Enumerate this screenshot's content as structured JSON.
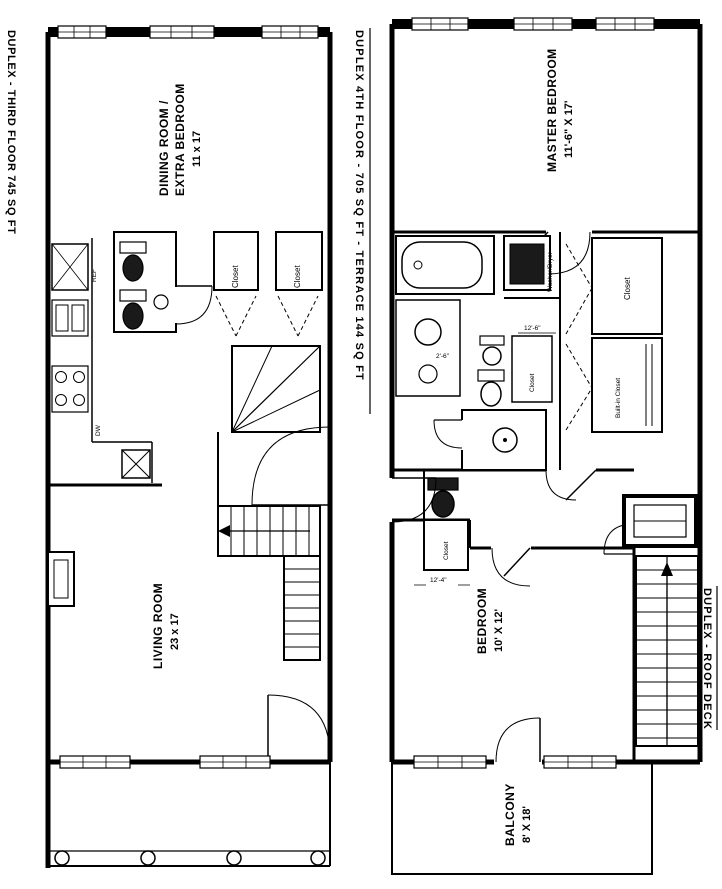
{
  "sheet": {
    "left_title": "DUPLEX - THIRD FLOOR 745 SQ FT",
    "right_title": "DUPLEX 4TH FLOOR - 705 SQ FT - TERRACE 144 SQ FT",
    "roof_title": "DUPLEX - ROOF DECK"
  },
  "third_floor": {
    "dining_line1": "DINING ROOM /",
    "dining_line2": "EXTRA BEDROOM",
    "dining_dim": "11 x 17",
    "living_name": "LIVING ROOM",
    "living_dim": "23 x 17",
    "closet_a": "Closet",
    "closet_b": "Closet",
    "fridge": "REF",
    "dishwasher": "DW"
  },
  "fourth_floor": {
    "master_name": "MASTER BEDROOM",
    "master_dim": "11'-6\" X 17'",
    "bedroom_name": "BEDROOM",
    "bedroom_dim": "10' X 12'",
    "balcony_name": "BALCONY",
    "balcony_dim": "8' X 18'",
    "washer_dryer": "Washer/Dryer",
    "closet_top": "Closet",
    "closet_hall": "Closet",
    "closet_bedroom": "Closet",
    "builtin_closet": "Built-in Closet",
    "dim_center": "12'-6\"",
    "dim_bedroom": "12'-4\"",
    "dim_vanity": "2'-6\""
  },
  "colors": {
    "line": "#000000",
    "background": "#ffffff"
  }
}
